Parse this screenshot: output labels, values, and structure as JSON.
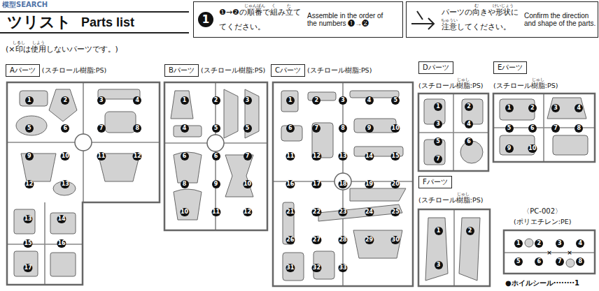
{
  "diagram": {
    "nodes": [
      {
        "text": [
          "ツリスト",
          "Parts list"
        ]
      },
      {
        "text": [
          "1",
          "❶→❷の順番で組み立ててください。",
          "Assemble in the order of the numbers ❶→❷"
        ]
      },
      {
        "text": [
          "パーツの向きや形状に注意してください。",
          "Confirm the direction and shape of the parts."
        ]
      },
      {
        "text": [
          "Aパーツ",
          "(スチロール樹脂:PS)"
        ]
      },
      {
        "text": [
          "Bパーツ",
          "(スチロール樹脂:PS)"
        ]
      },
      {
        "text": [
          "Cパーツ",
          "(スチロール樹脂:PS)"
        ]
      },
      {
        "text": [
          "Dパーツ",
          "(スチロール樹脂:PS)"
        ]
      },
      {
        "text": [
          "Eパーツ",
          "(スチロール樹脂:PS)"
        ]
      },
      {
        "text": [
          "Fパーツ",
          "(スチロール樹脂:PS)"
        ]
      },
      {
        "text": [
          "〈PC-002〉",
          "(ポリエチレン:PE)"
        ]
      }
    ],
    "labels": [
      "模型SEARCH",
      "(×印は使用しないパーツです。)",
      "しるし",
      "しよう",
      "じゅんばん",
      "く",
      "た",
      "む",
      "けいじょう",
      "ちゅうい",
      "じゅし",
      "じゅし",
      "じゅし",
      "1",
      "2",
      "3",
      "4",
      "5",
      "6",
      "7",
      "8",
      "9",
      "10",
      "11",
      "12",
      "12",
      "13",
      "13",
      "14",
      "15",
      "16",
      "17",
      "1",
      "2",
      "3",
      "4",
      "5",
      "5",
      "6",
      "6",
      "7",
      "8",
      "9",
      "10",
      "10",
      "11",
      "12",
      "1",
      "2",
      "3",
      "4",
      "5",
      "6",
      "7",
      "8",
      "9",
      "10",
      "11",
      "12",
      "13",
      "14",
      "15",
      "16",
      "17",
      "18",
      "19",
      "20",
      "21",
      "22",
      "23",
      "24",
      "25",
      "26",
      "27",
      "28",
      "29",
      "30",
      "31",
      "32",
      "33",
      "1",
      "2",
      "3",
      "4",
      "5",
      "6",
      "7",
      "1",
      "2",
      "3",
      "4",
      "5",
      "6",
      "7",
      "8",
      "9",
      "10",
      "1",
      "2",
      "3",
      "1",
      "2",
      "3",
      "4",
      "5",
      "6",
      "7",
      "8",
      "×",
      "×",
      "●ホイルシール········1"
    ]
  }
}
